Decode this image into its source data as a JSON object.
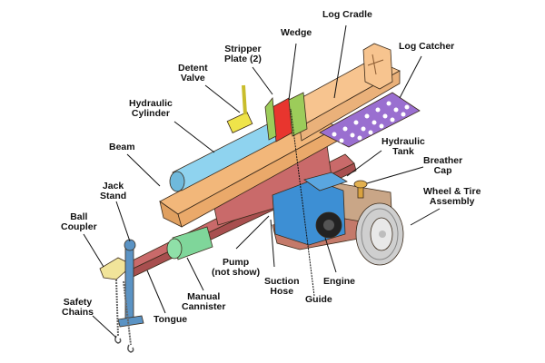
{
  "diagram": {
    "title": "",
    "subject": "Log splitter components",
    "colors": {
      "beam": "#f2b77a",
      "log_cradle": "#f7c48f",
      "tongue": "#c96a6a",
      "cylinder": "#8fd3ef",
      "wedge": "#e8352e",
      "stripper_plate": "#9ccc5a",
      "log_catcher": "#9a6fd0",
      "engine": "#3d8fd4",
      "tank": "#c9a687",
      "canister": "#7fd69a",
      "valve": "#efe44a",
      "coupler": "#f1e49a",
      "jack": "#5b93c4",
      "tire": "#cfcfcf",
      "breather": "#d9a23f"
    },
    "labels": [
      {
        "id": "log-cradle",
        "text": "Log Cradle"
      },
      {
        "id": "wedge",
        "text": "Wedge"
      },
      {
        "id": "stripper-plate",
        "text": "Stripper\nPlate (2)"
      },
      {
        "id": "log-catcher",
        "text": "Log Catcher"
      },
      {
        "id": "detent-valve",
        "text": "Detent\nValve"
      },
      {
        "id": "hydraulic-cylinder",
        "text": "Hydraulic\nCylinder"
      },
      {
        "id": "beam",
        "text": "Beam"
      },
      {
        "id": "hydraulic-tank",
        "text": "Hydraulic\nTank"
      },
      {
        "id": "breather-cap",
        "text": "Breather\nCap"
      },
      {
        "id": "wheel-tire",
        "text": "Wheel & Tire\nAssembly"
      },
      {
        "id": "jack-stand",
        "text": "Jack\nStand"
      },
      {
        "id": "ball-coupler",
        "text": "Ball\nCoupler"
      },
      {
        "id": "pump",
        "text": "Pump\n(not show)"
      },
      {
        "id": "suction-hose",
        "text": "Suction\nHose"
      },
      {
        "id": "engine",
        "text": "Engine"
      },
      {
        "id": "guide",
        "text": "Guide"
      },
      {
        "id": "manual-cannister",
        "text": "Manual\nCannister"
      },
      {
        "id": "safety-chains",
        "text": "Safety\nChains"
      },
      {
        "id": "tongue",
        "text": "Tongue"
      }
    ]
  }
}
